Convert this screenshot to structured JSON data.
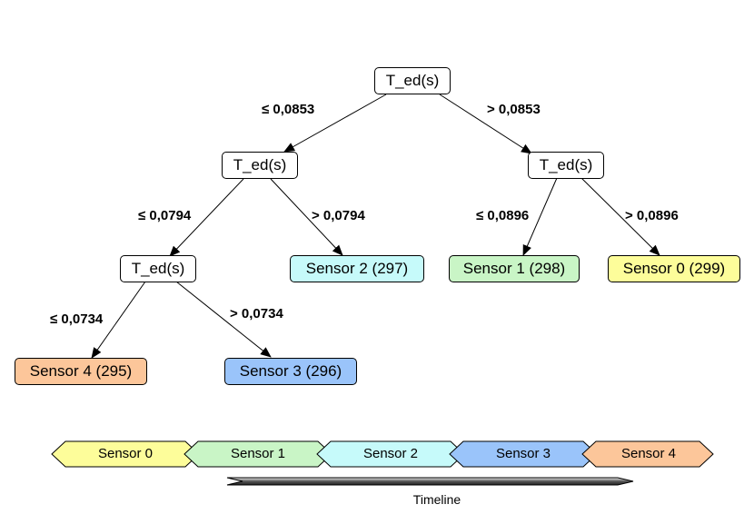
{
  "tree": {
    "nodes": {
      "root": "T_ed(s)",
      "left": "T_ed(s)",
      "right": "T_ed(s)",
      "left_left": "T_ed(s)",
      "leaf_sensor2": "Sensor 2 (297)",
      "leaf_sensor1": "Sensor 1 (298)",
      "leaf_sensor0": "Sensor 0 (299)",
      "leaf_sensor4": "Sensor 4 (295)",
      "leaf_sensor3": "Sensor 3 (296)"
    },
    "edges": {
      "root_left": "≤ 0,0853",
      "root_right": "> 0,0853",
      "left_left": "≤ 0,0794",
      "left_right": "> 0,0794",
      "right_left": "≤ 0,0896",
      "right_right": "> 0,0896",
      "ll_left": "≤ 0,0734",
      "ll_right": "> 0,0734"
    }
  },
  "timeline": {
    "segments": [
      "Sensor 0",
      "Sensor 1",
      "Sensor 2",
      "Sensor 3",
      "Sensor 4"
    ],
    "caption": "Timeline"
  },
  "colors": {
    "sensor0": "#fdfd9a",
    "sensor1": "#c9f5c6",
    "sensor2": "#c6fafa",
    "sensor3": "#9ac4fa",
    "sensor4": "#fcc69a",
    "decision_node": "#ffffff",
    "line": "#000000",
    "timeline_arrow": "#555555"
  }
}
